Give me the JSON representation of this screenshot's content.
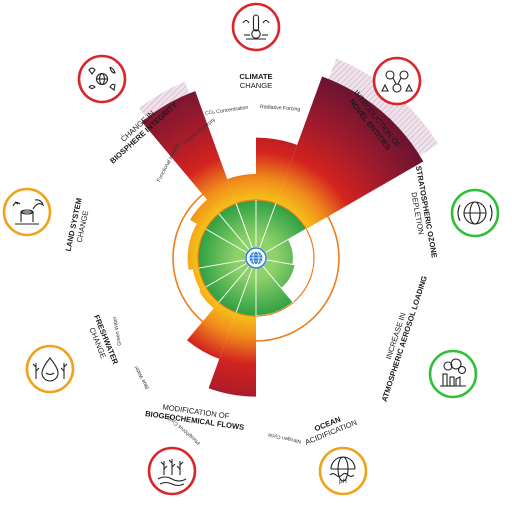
{
  "colors": {
    "safe": "#2ea043",
    "safe_light": "#8fd16a",
    "yellow": "#f5c518",
    "orange": "#f08a1c",
    "red": "#d3231f",
    "dark": "#7a1733",
    "ring": "#ef7d1a",
    "hatch": "#c8a6bd",
    "badge_red": "#d9262b",
    "badge_orange": "#f0a21d",
    "badge_green": "#2fbf3a",
    "earth": "#2b7fd3"
  },
  "boundaries": [
    {
      "id": "climate",
      "title_bold": "CLIMATE",
      "title_regular": "CHANGE",
      "status": "red",
      "icon": "thermometer-icon"
    },
    {
      "id": "novel",
      "title_regular": "INTRODUCTION OF",
      "title_bold": "NOVEL ENTITIES",
      "status": "red",
      "icon": "molecules-icon"
    },
    {
      "id": "ozone",
      "title_bold": "STRATOSPHERIC OZONE",
      "title_regular": "DEPLETION",
      "status": "green",
      "icon": "ozone-globe-icon"
    },
    {
      "id": "aerosol",
      "title_regular": "INCREASE IN",
      "title_bold": "ATMOSPHERIC AEROSOL LOADING",
      "status": "green",
      "icon": "factory-smoke-icon"
    },
    {
      "id": "ocean",
      "title_bold": "OCEAN",
      "title_regular": "ACIDIFICATION",
      "status": "orange",
      "icon": "ph-globe-icon"
    },
    {
      "id": "biogeo",
      "title_regular": "MODIFICATION OF",
      "title_bold": "BIOGEOCHEMICAL FLOWS",
      "status": "red",
      "icon": "crops-icon"
    },
    {
      "id": "freshwater",
      "title_bold": "FRESHWATER",
      "title_regular": "CHANGE",
      "status": "orange",
      "icon": "water-drop-icon"
    },
    {
      "id": "land",
      "title_bold": "LAND SYSTEM",
      "title_regular": "CHANGE",
      "status": "orange",
      "icon": "tree-stump-icon"
    },
    {
      "id": "biosphere",
      "title_regular": "CHANGE IN",
      "title_bold": "BIOSPHERE INTEGRITY",
      "status": "red",
      "icon": "wildlife-icon"
    }
  ],
  "sub_labels": {
    "co2": "CO₂ Concentration",
    "radiative": "Radiative Forcing",
    "genetic": "Genetic Diversity",
    "functional": "Functional Integrity",
    "green_water": "Green Water",
    "blue_water": "Blue Water",
    "phosphorus": "Phosphorus Cycle",
    "nitrogen": "Nitrogen Cycle"
  },
  "segment_levels": [
    {
      "name": "co2",
      "start": -20,
      "end": 0,
      "level": 1.5
    },
    {
      "name": "radiative",
      "start": 0,
      "end": 20,
      "level": 2.2
    },
    {
      "name": "novel",
      "start": 20,
      "end": 60,
      "level": 3.6
    },
    {
      "name": "ozone",
      "start": 60,
      "end": 100,
      "level": 0.55
    },
    {
      "name": "aerosol",
      "start": 100,
      "end": 140,
      "level": 0.6
    },
    {
      "name": "ocean",
      "start": 140,
      "end": 180,
      "level": 0.98
    },
    {
      "name": "nitrogen",
      "start": 180,
      "end": 200,
      "level": 2.55
    },
    {
      "name": "phosphorus",
      "start": 200,
      "end": 220,
      "level": 1.95
    },
    {
      "name": "blue",
      "start": 220,
      "end": 240,
      "level": 1.15
    },
    {
      "name": "green",
      "start": 240,
      "end": 260,
      "level": 1.12
    },
    {
      "name": "land",
      "start": 260,
      "end": 300,
      "level": 1.2
    },
    {
      "name": "functional",
      "start": 300,
      "end": 320,
      "level": 1.35
    },
    {
      "name": "genetic",
      "start": 320,
      "end": 340,
      "level": 3.3
    }
  ]
}
